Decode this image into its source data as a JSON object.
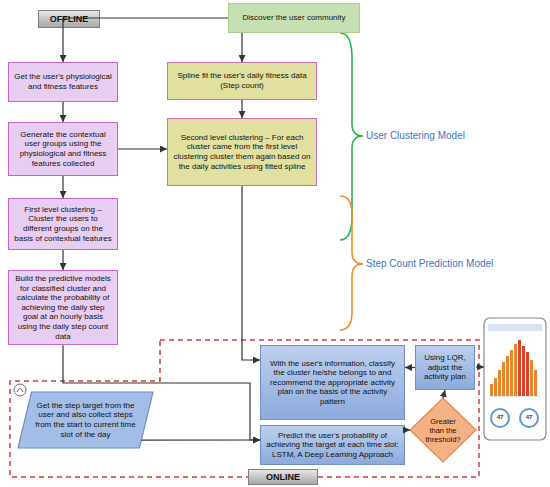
{
  "diagram": {
    "nodes": [
      {
        "text": [
          "Discover the user community"
        ]
      },
      {
        "text": [
          "OFFLINE"
        ]
      },
      {
        "text": [
          "Get the user's physiological and fitness features"
        ]
      },
      {
        "text": [
          "Spline fit the user's daily fitness data (Step count)"
        ]
      },
      {
        "text": [
          "Generate the contextual user groups using the physiological and fitness features collected"
        ]
      },
      {
        "text": [
          "Second level clustering – For each cluster came from the first level clustering cluster them again based on the daily activities using fitted spline"
        ]
      },
      {
        "text": [
          "First level clustering – Cluster the users to different groups on the basis of contextual features"
        ]
      },
      {
        "text": [
          "Build the predictive models for classified cluster and calculate the probability of achieving the daily step goal at an hourly basis using the daily step count data"
        ]
      },
      {
        "text": [
          "With the user's information, classify the cluster he/she belongs to and recommend the appropriate activity plan on the basis of the activity pattern"
        ]
      },
      {
        "text": [
          "Using LQR, adjust the activity plan"
        ]
      },
      {
        "text": [
          "Get the step target from the user and also collect steps from the start to current time slot of the day"
        ]
      },
      {
        "text": [
          "Predict the user's probability of achieving the target at each time slot: LSTM, A Deep Learning Approach"
        ]
      },
      {
        "text": [
          "Greater than the threshold?"
        ]
      },
      {
        "text": [
          "ONLINE"
        ]
      }
    ],
    "edges": [
      {
        "from": 0,
        "to": 2,
        "arrow": "to"
      },
      {
        "from": 0,
        "to": 3,
        "arrow": "to"
      },
      {
        "from": 2,
        "to": 4,
        "arrow": "to"
      },
      {
        "from": 4,
        "to": 5,
        "arrow": "to"
      },
      {
        "from": 4,
        "to": 6,
        "arrow": "to"
      },
      {
        "from": 3,
        "to": 5,
        "arrow": "to"
      },
      {
        "from": 6,
        "to": 7,
        "arrow": "to"
      },
      {
        "from": 5,
        "to": 8,
        "arrow": "to"
      },
      {
        "from": 7,
        "to": 11,
        "arrow": "to"
      },
      {
        "from": 10,
        "to": 11,
        "arrow": "to"
      },
      {
        "from": 11,
        "to": 12,
        "arrow": "to"
      },
      {
        "from": 12,
        "to": 9,
        "arrow": "to"
      },
      {
        "from": 9,
        "to": 8,
        "arrow": "to"
      }
    ],
    "labels": [
      "User Clustering Model",
      "Step Count Prediction Model",
      "47",
      "47"
    ]
  }
}
